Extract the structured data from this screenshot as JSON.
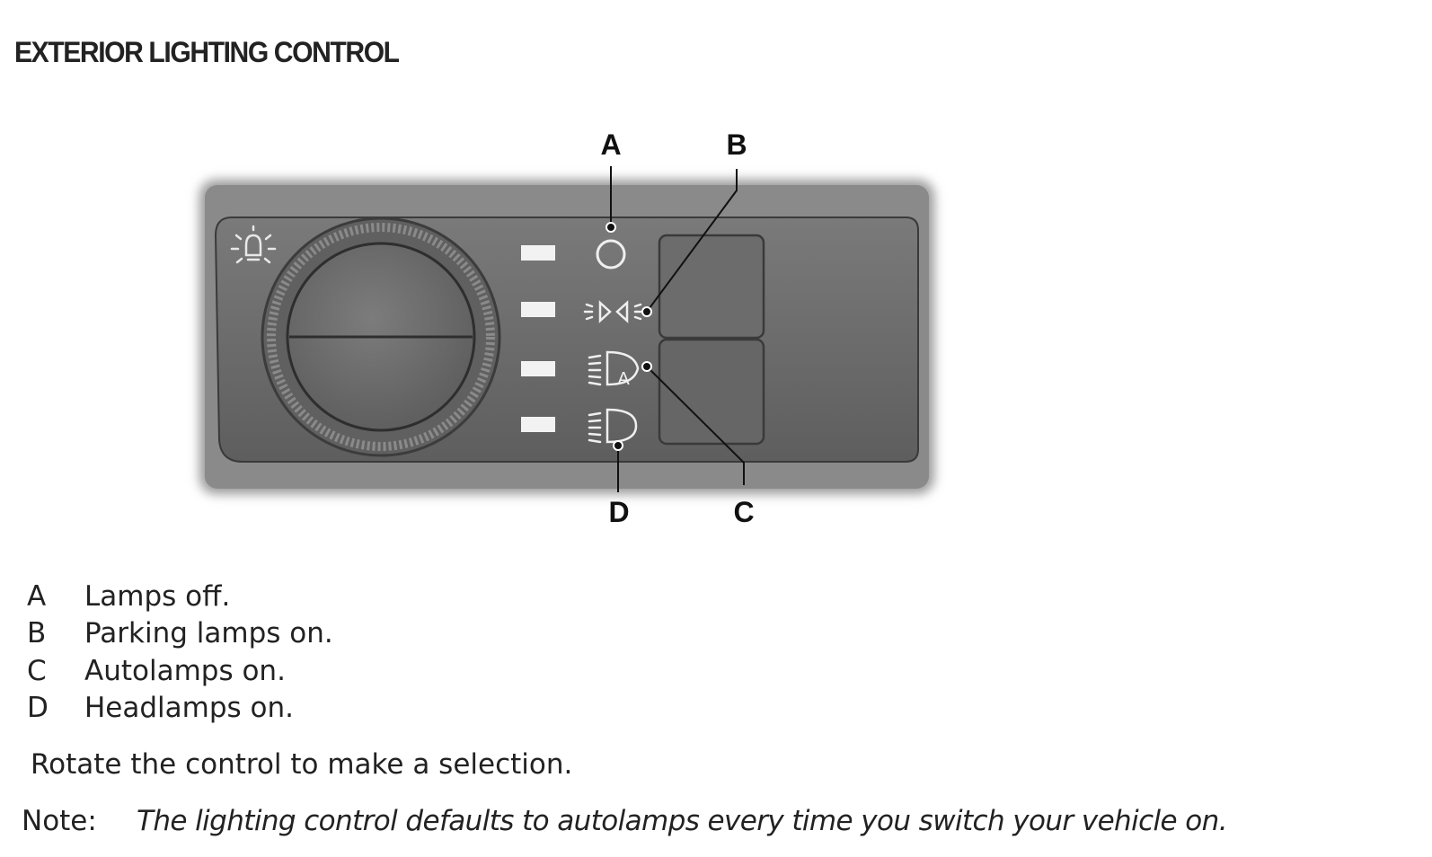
{
  "heading": "EXTERIOR LIGHTING CONTROL",
  "figure": {
    "callouts": {
      "a": "A",
      "b": "B",
      "c": "C",
      "d": "D"
    },
    "icons": [
      "light-bulb-icon",
      "off-circle-icon",
      "parking-lamps-icon",
      "autolamps-icon",
      "headlamps-icon"
    ],
    "autolamp_letter": "A"
  },
  "legend": [
    {
      "key": "A",
      "text": "Lamps off."
    },
    {
      "key": "B",
      "text": "Parking lamps on."
    },
    {
      "key": "C",
      "text": "Autolamps on."
    },
    {
      "key": "D",
      "text": "Headlamps on."
    }
  ],
  "instruction": "Rotate the control to make a selection.",
  "note": {
    "label": "Note:",
    "text": "The lighting control defaults to autolamps every time you switch your vehicle on."
  }
}
